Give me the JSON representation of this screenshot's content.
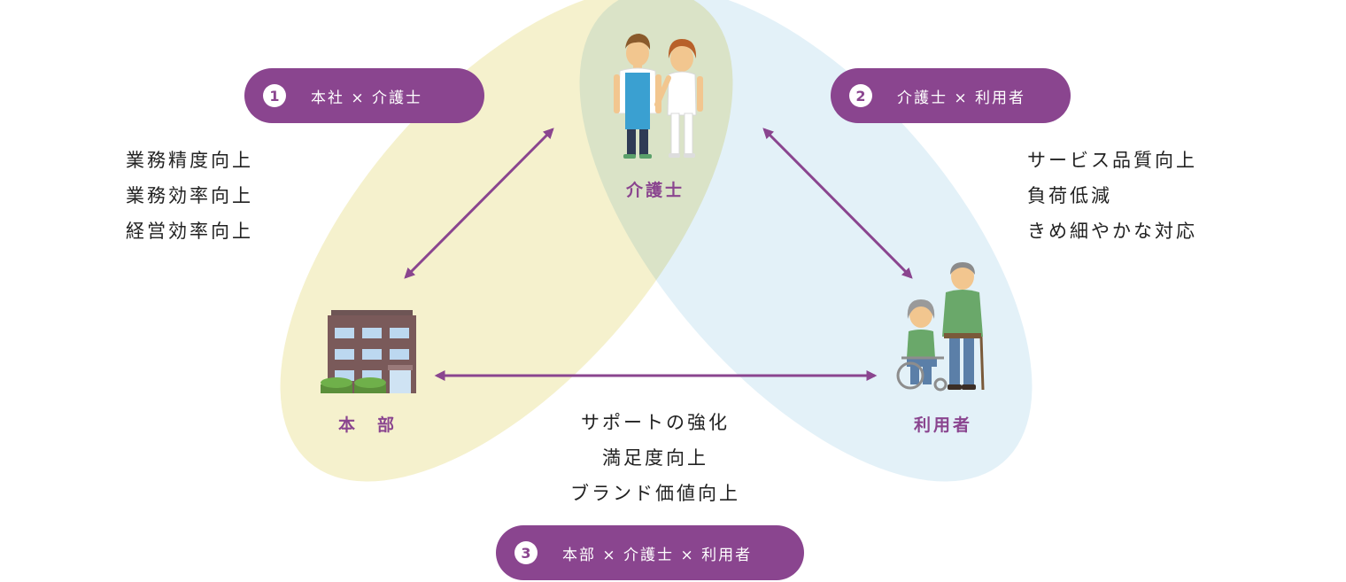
{
  "colors": {
    "accent": "#8a458f",
    "ellipse_left": "#f5f1cd",
    "ellipse_right": "#e3f1f8",
    "ellipse_overlap": "#e0ecc9"
  },
  "nodes": {
    "caregiver": {
      "label": "介護士",
      "icon": "caregivers-icon"
    },
    "headquarters": {
      "label": "本　部",
      "icon": "office-building-icon"
    },
    "users": {
      "label": "利用者",
      "icon": "elderly-users-icon"
    }
  },
  "relations": [
    {
      "num": "1",
      "label": "本社 × 介護士",
      "benefits": [
        "業務精度向上",
        "業務効率向上",
        "経営効率向上"
      ]
    },
    {
      "num": "2",
      "label": "介護士 × 利用者",
      "benefits": [
        "サービス品質向上",
        "負荷低減",
        "きめ細やかな対応"
      ]
    },
    {
      "num": "3",
      "label": "本部 × 介護士 × 利用者",
      "benefits": [
        "サポートの強化",
        "満足度向上",
        "ブランド価値向上"
      ]
    }
  ]
}
